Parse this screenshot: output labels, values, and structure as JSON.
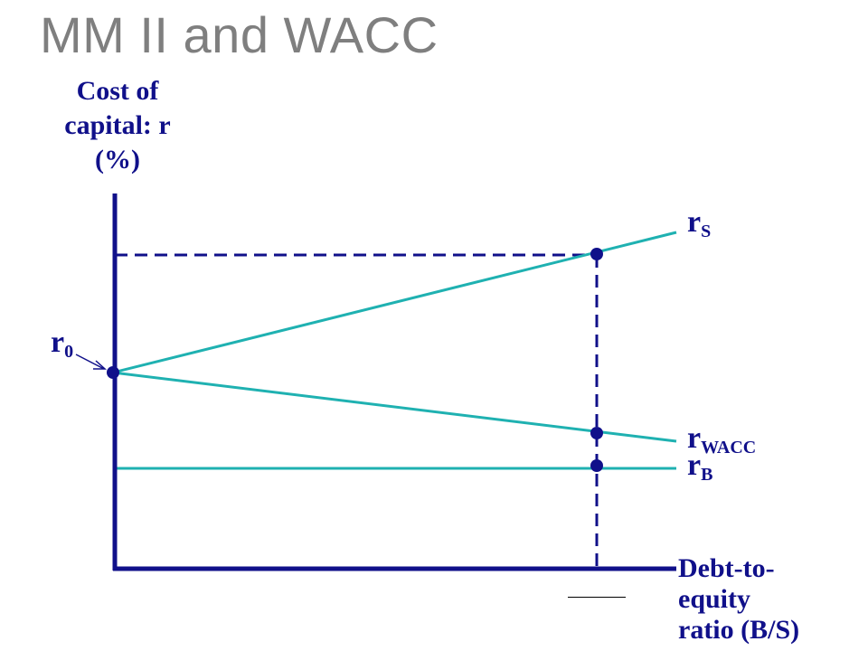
{
  "title": "MM II and WACC",
  "y_axis_label": [
    "Cost of",
    "capital: r",
    "(%)"
  ],
  "x_axis_label": [
    "Debt-to-",
    "equity",
    "ratio (B/S)"
  ],
  "lines": {
    "rs": {
      "base": "r",
      "sub": "S"
    },
    "r0": {
      "base": "r",
      "sub": "0"
    },
    "rwacc": {
      "base": "r",
      "sub": "WACC"
    },
    "rb": {
      "base": "r",
      "sub": "B"
    }
  },
  "colors": {
    "title": "#7f7f7f",
    "axis": "#10108a",
    "line": "#1fb1b1",
    "text": "#10108a",
    "dot": "#10108a"
  }
}
